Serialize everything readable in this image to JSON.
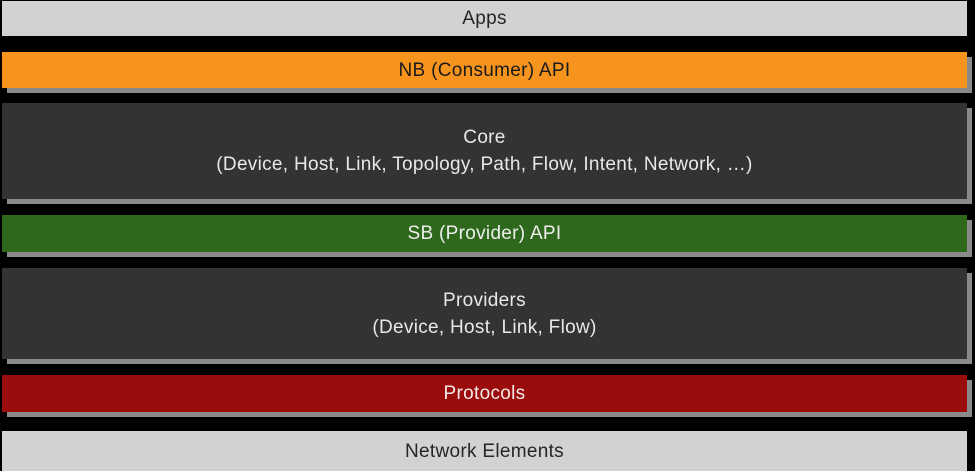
{
  "colors": {
    "background": "#000000",
    "shadow": "#8a8a8a",
    "light_gray_bar": "#d2d2d2",
    "orange_bar": "#f7941e",
    "dark_bar": "#333333",
    "green_bar": "#2e681c",
    "red_bar": "#9b0c0c"
  },
  "layers": [
    {
      "name": "apps",
      "label": "Apps",
      "bg": "#d2d2d2",
      "fg": "#262626",
      "shadow": false
    },
    {
      "name": "nb-consumer-api",
      "label": "NB (Consumer) API",
      "bg": "#f7941e",
      "fg": "#1a1a1a",
      "shadow": true
    },
    {
      "name": "core",
      "label": "Core",
      "sublabel": "(Device, Host, Link, Topology, Path, Flow, Intent, Network, …)",
      "bg": "#333333",
      "fg": "#e8e8e8",
      "shadow": true
    },
    {
      "name": "sb-provider-api",
      "label": "SB (Provider) API",
      "bg": "#2e681c",
      "fg": "#eeeeee",
      "shadow": true
    },
    {
      "name": "providers",
      "label": "Providers",
      "sublabel": "(Device, Host, Link, Flow)",
      "bg": "#333333",
      "fg": "#e8e8e8",
      "shadow": true
    },
    {
      "name": "protocols",
      "label": "Protocols",
      "bg": "#9b0c0c",
      "fg": "#f2e9e9",
      "shadow": true
    },
    {
      "name": "network-elements",
      "label": "Network Elements",
      "bg": "#d2d2d2",
      "fg": "#262626",
      "shadow": false
    }
  ]
}
